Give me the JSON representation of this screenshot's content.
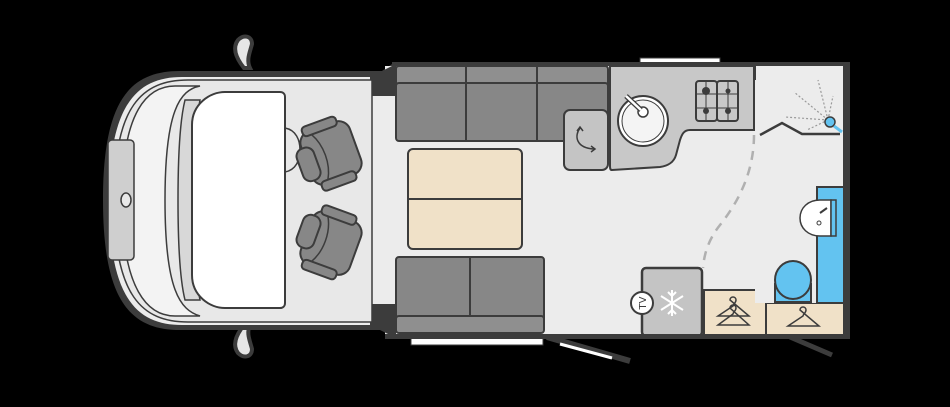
{
  "diagram": {
    "type": "motorhome-floorplan",
    "orientation": "cab-left",
    "labels": {
      "tv": "TV"
    },
    "zones": [
      {
        "id": "cab",
        "name": "Cab with dashboard and windscreen"
      },
      {
        "id": "cab-seats",
        "name": "Swivel cab seats",
        "count": 2
      },
      {
        "id": "lounge-sofa-top",
        "name": "Side sofa (3 cushions)",
        "cushions": 3
      },
      {
        "id": "lounge-sofa-bottom",
        "name": "Side sofa (2 cushions)",
        "cushions": 2
      },
      {
        "id": "table",
        "name": "Dining table (2 leaves)"
      },
      {
        "id": "kitchen",
        "name": "Kitchen with round sink and 4-burner hob"
      },
      {
        "id": "swivel-flap",
        "name": "Swivel worktop extension"
      },
      {
        "id": "fridge",
        "name": "Fridge with TV point"
      },
      {
        "id": "wardrobe-1",
        "name": "Wardrobe (double hanging)"
      },
      {
        "id": "wardrobe-2",
        "name": "Wardrobe (single hanging)"
      },
      {
        "id": "washroom",
        "name": "Washroom with shower, basin and toilet"
      },
      {
        "id": "entrance-door",
        "name": "Habitation door"
      },
      {
        "id": "washroom-door",
        "name": "Washroom sliding door"
      }
    ],
    "colors": {
      "background": "#000000",
      "floor": "#ececec",
      "wall": "#3c3c3c",
      "upholstery": "#878787",
      "upholstery_light": "#9a9a9a",
      "worktop": "#c8c8c8",
      "table_wood": "#f0e1c8",
      "bathroom_blue": "#63c3f0",
      "cab_white": "#ffffff",
      "door_dash": "#b0b0b0"
    }
  }
}
